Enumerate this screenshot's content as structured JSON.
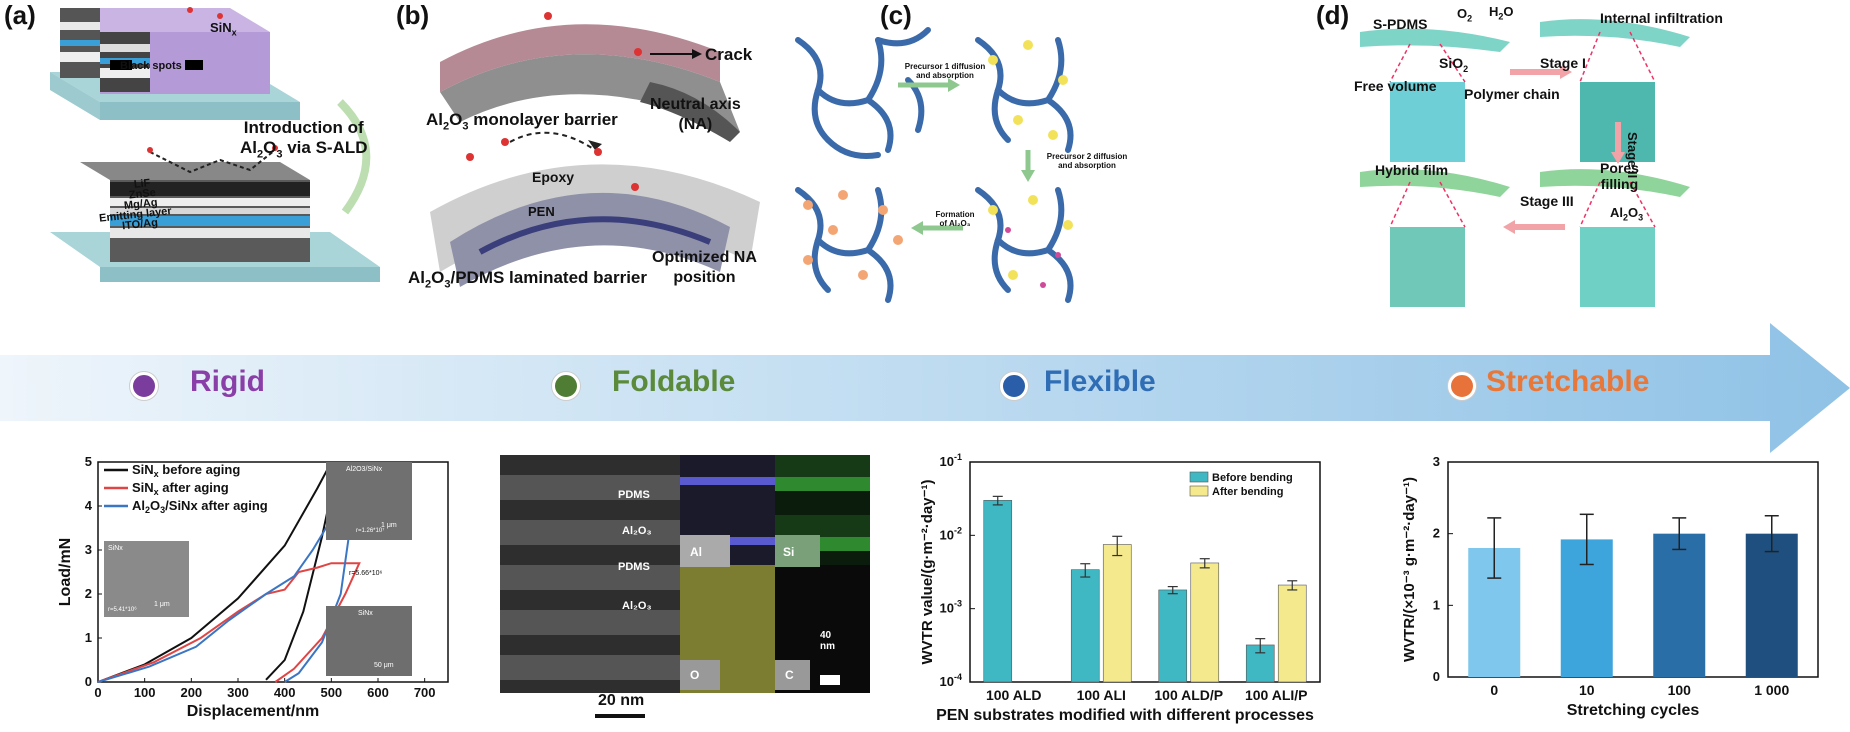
{
  "panels": {
    "a": {
      "label": "(a)",
      "sinx": "SiN",
      "sinx_sub": "x",
      "black_spots": "Black spots",
      "intro_line1": "Introduction of",
      "intro_al": "Al",
      "intro_sub2": "2",
      "intro_o": "O",
      "intro_sub3": "3",
      "intro_rest": " via S-ALD",
      "layers": [
        "LiF",
        "ZnSe",
        "Mg/Ag",
        "Emitting layer",
        "ITO/Ag"
      ]
    },
    "b": {
      "label": "(b)",
      "crack": "Crack",
      "mono_al": "Al",
      "mono_sub2": "2",
      "mono_o": "O",
      "mono_sub3": "3",
      "mono_rest": " monolayer barrier",
      "neutral1": "Neutral axis",
      "neutral2": "(NA)",
      "epoxy": "Epoxy",
      "pen": "PEN",
      "lam_al": "Al",
      "lam_sub2": "2",
      "lam_o": "O",
      "lam_sub3": "3",
      "lam_rest": "/PDMS laminated barrier",
      "opt1": "Optimized NA",
      "opt2": "position"
    },
    "c": {
      "label": "(c)",
      "step1a": "Precursor 1 diffusion",
      "step1b": "and absorption",
      "step2a": "Precursor 2 diffusion",
      "step2b": "and absorption",
      "step3a": "Formation",
      "step3b": "of Al₂O₃"
    },
    "d": {
      "label": "(d)",
      "spdms": "S-PDMS",
      "o2": "O",
      "o2_sub": "2",
      "h2o_h": "H",
      "h2o_sub": "2",
      "h2o_o": "O",
      "internal": "Internal infiltration",
      "sio2": "SiO",
      "sio2_sub": "2",
      "stage1": "Stage I",
      "free_volume": "Free volume",
      "polymer_chain": "Polymer chain",
      "stage2": "Stage II",
      "hybrid": "Hybrid film",
      "pores1": "Pores",
      "pores2": "filling",
      "stage3": "Stage III",
      "al2o3": "Al",
      "al2o3_sub2": "2",
      "al2o3_o": "O",
      "al2o3_sub3": "3"
    }
  },
  "categories": [
    {
      "name": "Rigid",
      "color": "#8a3fa8",
      "dot": "#7a3d9e"
    },
    {
      "name": "Foldable",
      "color": "#5a8a3a",
      "dot": "#4e7d33"
    },
    {
      "name": "Flexible",
      "color": "#2f6db5",
      "dot": "#2a5ea8"
    },
    {
      "name": "Stretchable",
      "color": "#e8783a",
      "dot": "#e8733a"
    }
  ],
  "micro": {
    "layers": [
      "PDMS",
      "Al₂O₃",
      "PDMS",
      "Al₂O₃"
    ],
    "tiles": [
      "Al",
      "Si",
      "O",
      "C"
    ],
    "scale_inner": "40 nm",
    "scale": "20 nm"
  },
  "chart_data": [
    {
      "type": "line",
      "xlabel": "Displacement/nm",
      "ylabel": "Load/mN",
      "xlim": [
        0,
        750
      ],
      "ylim": [
        0,
        5
      ],
      "xticks": [
        0,
        100,
        200,
        300,
        400,
        500,
        600,
        700
      ],
      "yticks": [
        0,
        1,
        2,
        3,
        4,
        5
      ],
      "legend": [
        "SiNx before aging",
        "SiNx after aging",
        "Al2O3/SiNx after aging"
      ],
      "legend_parts": [
        {
          "a": "SiN",
          "sub": "x",
          "b": " before aging",
          "c": "",
          "sub2": "",
          "d": ""
        },
        {
          "a": "SiN",
          "sub": "x",
          "b": " after aging",
          "c": "",
          "sub2": "",
          "d": ""
        },
        {
          "a": "Al",
          "sub": "2",
          "b": "O",
          "c": "3",
          "sub2": "",
          "d": "/SiNx after aging"
        }
      ],
      "series": [
        {
          "name": "SiNx before aging",
          "color": "#111111",
          "points": [
            [
              0,
              0
            ],
            [
              100,
              0.4
            ],
            [
              200,
              1.0
            ],
            [
              300,
              1.9
            ],
            [
              400,
              3.1
            ],
            [
              470,
              4.4
            ],
            [
              490,
              4.8
            ],
            [
              510,
              4.8
            ],
            [
              480,
              3.3
            ],
            [
              440,
              1.6
            ],
            [
              400,
              0.5
            ],
            [
              360,
              0.05
            ]
          ]
        },
        {
          "name": "SiNx after aging",
          "color": "#e04545",
          "points": [
            [
              0,
              0
            ],
            [
              120,
              0.45
            ],
            [
              220,
              1.0
            ],
            [
              300,
              1.6
            ],
            [
              360,
              2.0
            ],
            [
              400,
              2.1
            ],
            [
              430,
              2.5
            ],
            [
              470,
              2.6
            ],
            [
              500,
              2.7
            ],
            [
              560,
              2.7
            ],
            [
              530,
              2.0
            ],
            [
              480,
              1.0
            ],
            [
              420,
              0.3
            ],
            [
              380,
              0
            ]
          ]
        },
        {
          "name": "Al2O3/SiNx after aging",
          "color": "#3a76c4",
          "points": [
            [
              0,
              0
            ],
            [
              110,
              0.35
            ],
            [
              210,
              0.8
            ],
            [
              280,
              1.4
            ],
            [
              320,
              1.7
            ],
            [
              360,
              2.0
            ],
            [
              420,
              2.4
            ],
            [
              460,
              3.0
            ],
            [
              500,
              3.7
            ],
            [
              520,
              3.95
            ],
            [
              540,
              3.5
            ],
            [
              520,
              2.0
            ],
            [
              480,
              0.9
            ],
            [
              430,
              0.2
            ],
            [
              400,
              0
            ]
          ]
        }
      ],
      "insets": [
        "SiNx",
        "Al2O3/SiNx",
        "SiNx"
      ],
      "inset_scale": [
        "1 μm",
        "1 μm",
        "50 μm"
      ],
      "inset_notes": [
        "r=5.41*10⁶",
        "r=1.26*10⁷",
        "r=5.66*10⁶"
      ]
    },
    {
      "type": "bar",
      "xlabel": "PEN substrates modified with different processes",
      "ylabel": "WVTR value/(g·m⁻²·day⁻¹)",
      "ylim": [
        0.0001,
        0.1
      ],
      "yscale": "log",
      "ytick_labels": [
        {
          "base": "10",
          "exp": "-4"
        },
        {
          "base": "10",
          "exp": "-3"
        },
        {
          "base": "10",
          "exp": "-2"
        },
        {
          "base": "10",
          "exp": "-1"
        }
      ],
      "categories": [
        "100 ALD",
        "100 ALI",
        "100 ALD/P",
        "100 ALI/P"
      ],
      "series": [
        {
          "name": "Before bending",
          "color": "#3fb8c4",
          "values": [
            0.03,
            0.0034,
            0.0018,
            0.00032
          ],
          "err": [
            0.004,
            0.0007,
            0.0002,
            7e-05
          ]
        },
        {
          "name": "After bending",
          "color": "#f4e98c",
          "values": [
            null,
            0.0075,
            0.0042,
            0.0021
          ],
          "err": [
            null,
            0.0022,
            0.0006,
            0.0003
          ]
        }
      ]
    },
    {
      "type": "bar",
      "xlabel": "Stretching cycles",
      "ylabel": "WVTR/(×10⁻³ g·m⁻²·day⁻¹)",
      "ylim": [
        0,
        3
      ],
      "yticks": [
        0,
        1,
        2,
        3
      ],
      "categories": [
        "0",
        "10",
        "100",
        "1 000"
      ],
      "values": [
        1.8,
        1.92,
        2.0,
        2.0
      ],
      "err": [
        0.42,
        0.35,
        0.22,
        0.25
      ],
      "colors": [
        "#7fc7ec",
        "#3ea4dc",
        "#2a6ea8",
        "#1e4f7e"
      ]
    }
  ]
}
